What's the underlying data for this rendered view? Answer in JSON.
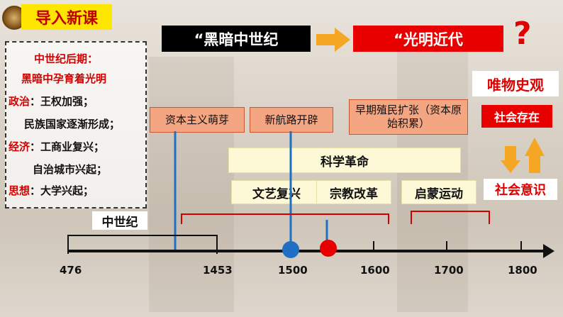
{
  "header": {
    "title": "导入新课"
  },
  "banners": {
    "dark_ages": "“黑暗中世纪",
    "bright_modern": "“光明近代",
    "question_mark": "?"
  },
  "sidebar": {
    "heading1": "中世纪后期：",
    "heading2": "黑暗中孕育着光明",
    "lines": [
      {
        "label": "政治",
        "text": "：王权加强；"
      },
      {
        "label": "",
        "text": "民族国家逐渐形成；"
      },
      {
        "label": "经济",
        "text": "：工商业复兴；"
      },
      {
        "label": "",
        "text": "自治城市兴起；"
      },
      {
        "label": "思想",
        "text": "：大学兴起；"
      }
    ]
  },
  "events": {
    "capitalism": "资本主义萌芽",
    "new_routes": "新航路开辟",
    "colonial": "早期殖民扩张（资本原始积累）",
    "sci_revolution": "科学革命",
    "renaissance": "文艺复兴",
    "reformation": "宗教改革",
    "enlightenment": "启蒙运动",
    "middle_ages": "中世纪"
  },
  "materialism": {
    "title": "唯物史观",
    "social_existence": "社会存在",
    "social_consciousness": "社会意识"
  },
  "timeline": {
    "ticks": [
      "476",
      "1453",
      "1500",
      "1600",
      "1700",
      "1800"
    ]
  },
  "colors": {
    "accent_red": "#e80000",
    "title_yellow": "#ffe600",
    "event_orange": "#f4a582",
    "arrow_orange": "#f5a623",
    "timeline_blue": "#1f6fc5"
  }
}
